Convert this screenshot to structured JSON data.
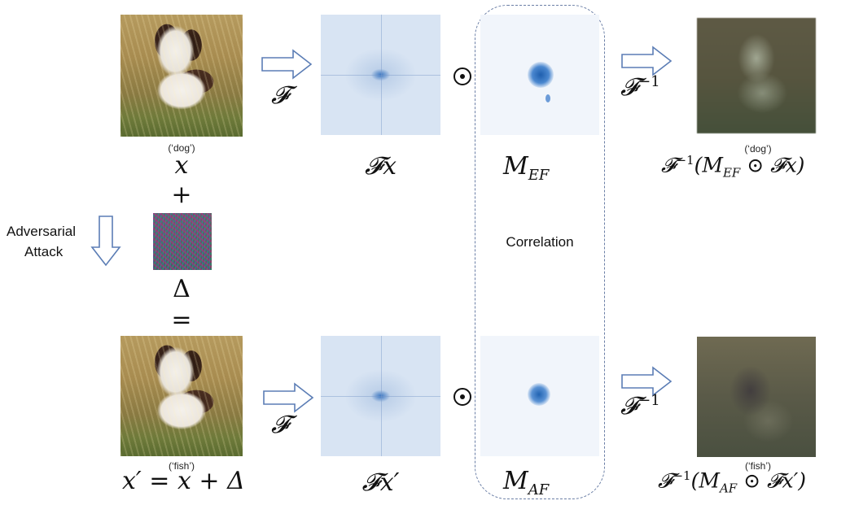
{
  "labels": {
    "dog": "(‘dog’)",
    "fish": "(‘fish’)",
    "dog_recon": "(‘dog’)",
    "fish_recon": "(‘fish’)",
    "x": "x",
    "plus": "+",
    "delta": "Δ",
    "equals": "=",
    "x_prime_eq": "x′ = x + Δ",
    "fx": "𝓕x",
    "fx_prime": "𝓕x′",
    "m_ef": "M",
    "m_ef_sub": "EF",
    "m_af": "M",
    "m_af_sub": "AF",
    "fourier": "𝓕",
    "inv_fourier": "𝓕",
    "inv_sup": "−1",
    "recon_top": "(M",
    "recon_top_sub": "EF",
    "recon_top_tail": " ⊙ 𝓕x)",
    "recon_bottom": "(M",
    "recon_bottom_sub": "AF",
    "recon_bottom_tail": " ⊙ 𝓕x′)",
    "correlation": "Correlation",
    "adversarial": "Adversarial",
    "attack": "Attack"
  },
  "colors": {
    "arrow_stroke": "#5b7db5",
    "dashed_border": "#6b7fa6",
    "freq_center": "#3d78c2"
  }
}
